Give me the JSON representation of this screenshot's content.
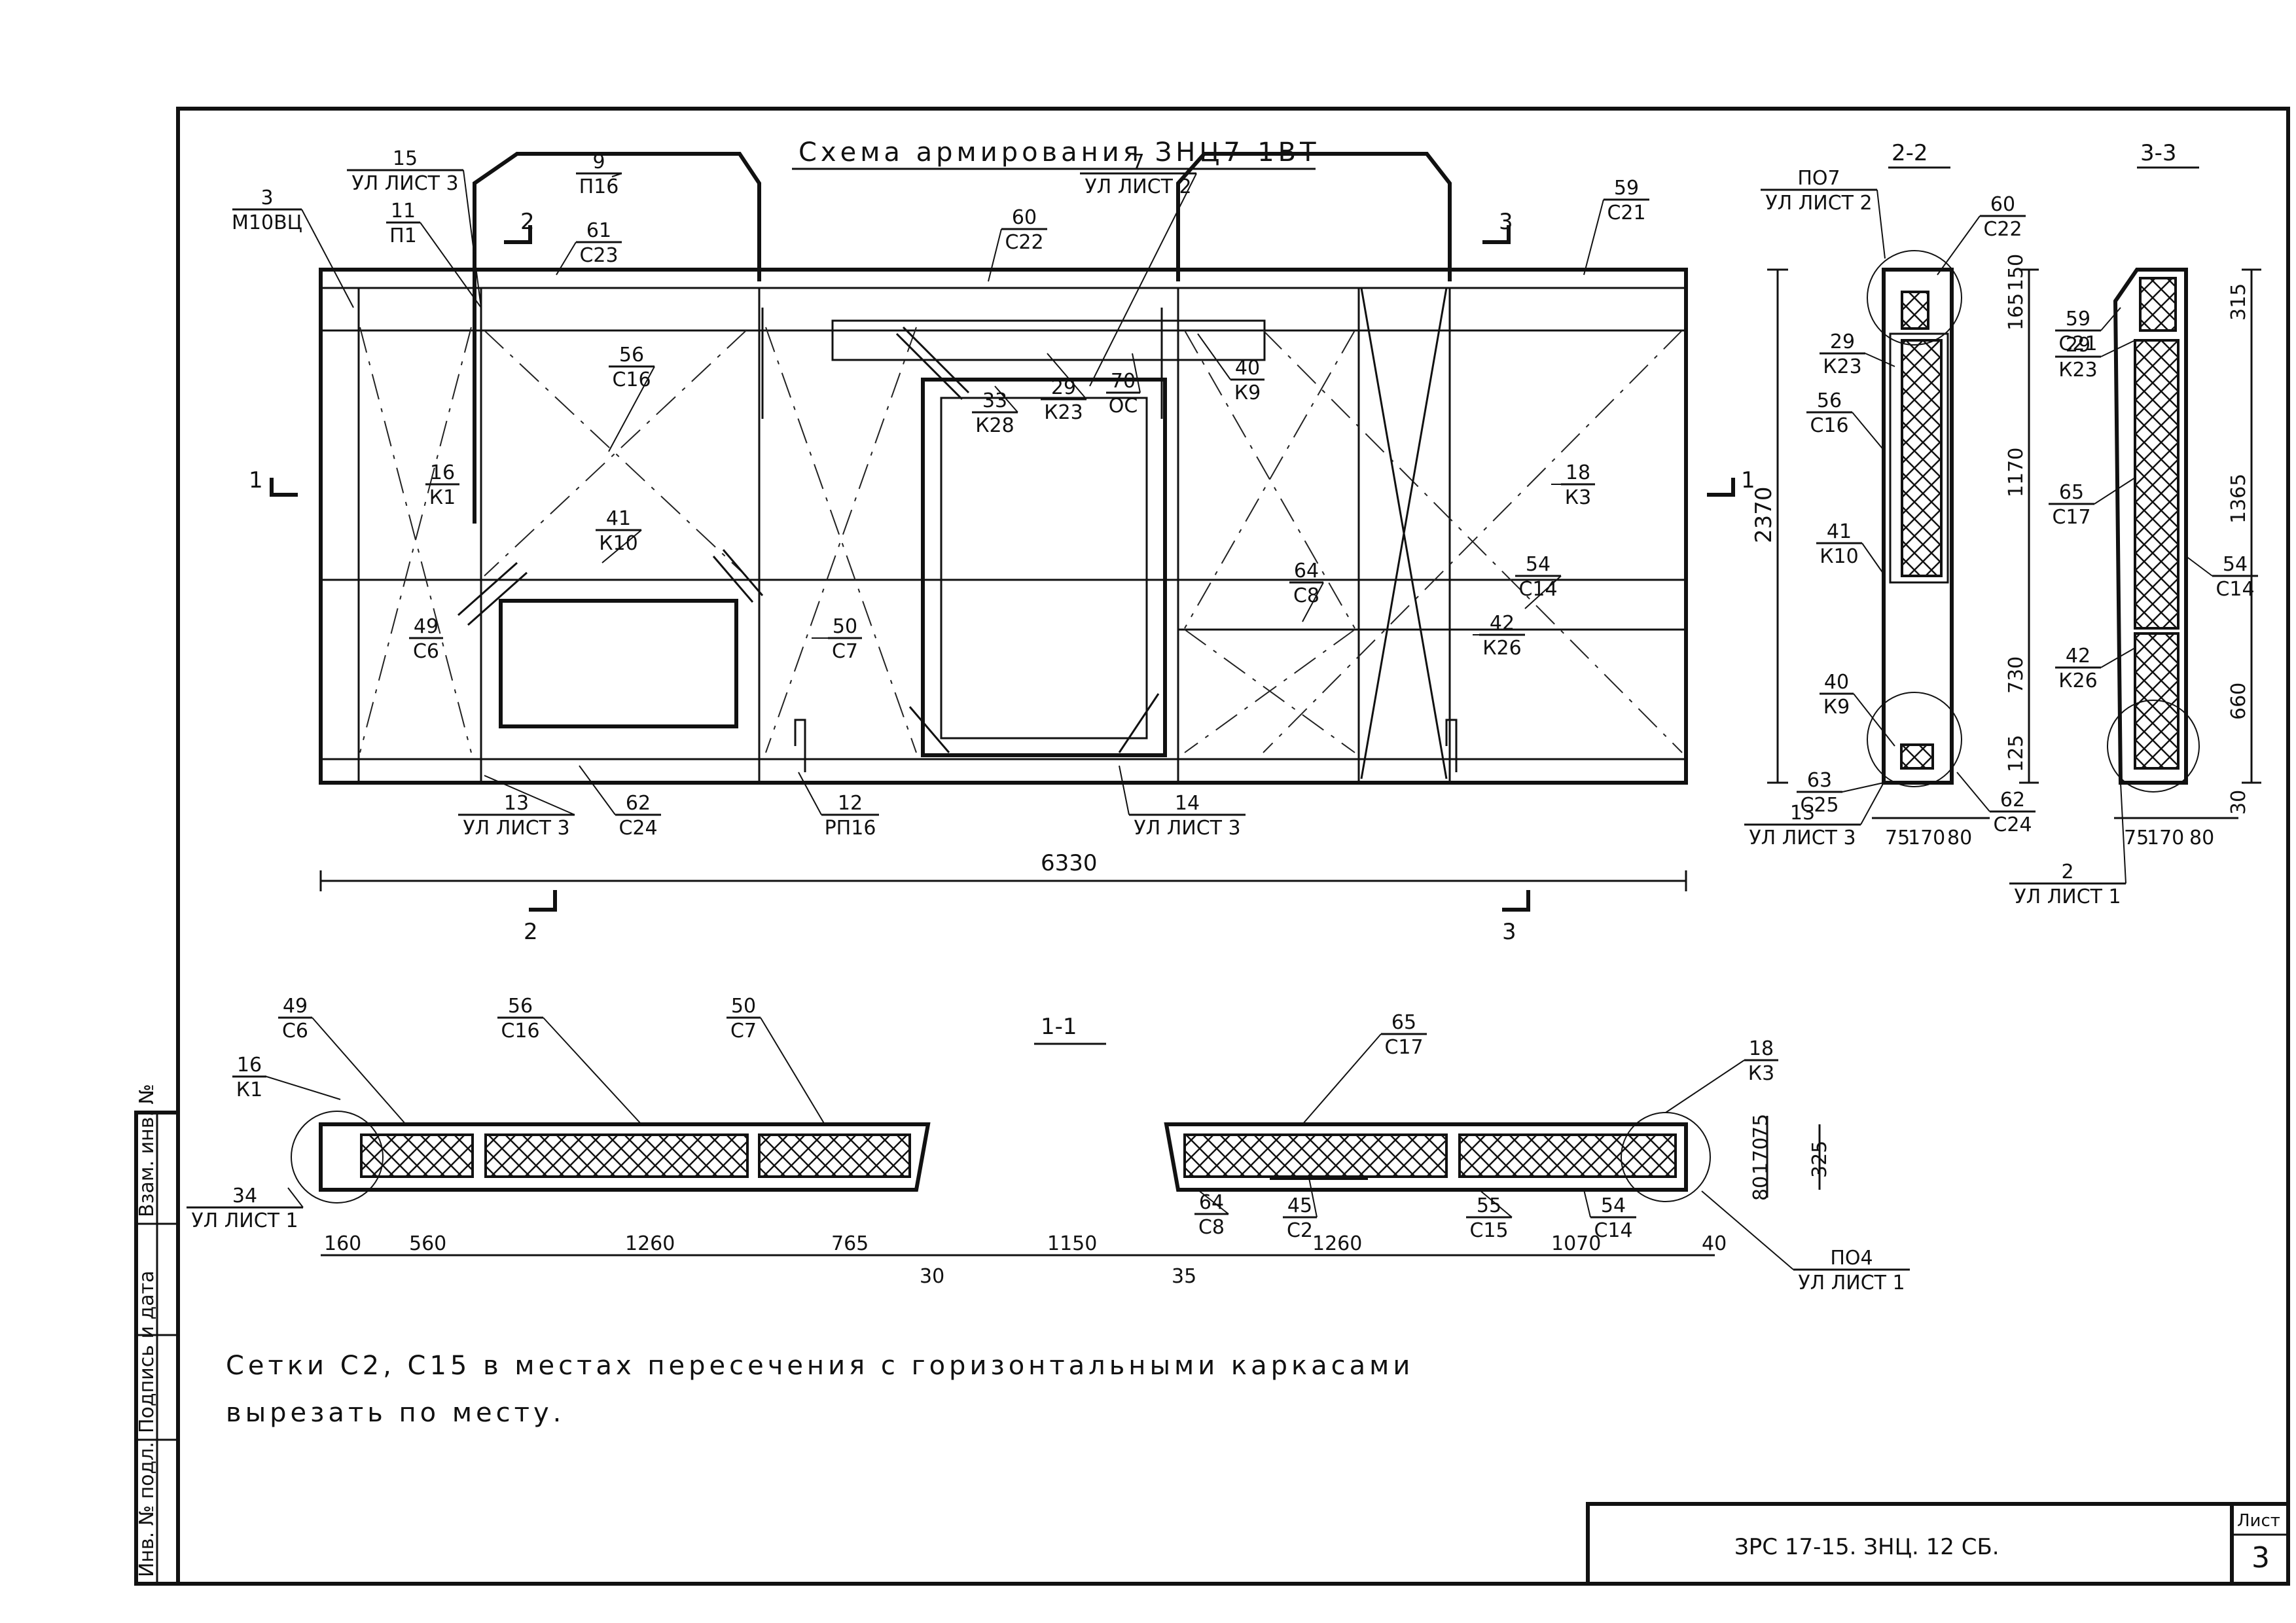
{
  "title": "Схема армирования ЗНЦ7-1ВТ",
  "section_titles": {
    "s22": "2-2",
    "s33": "3-3",
    "s11": "1-1"
  },
  "section_markers": {
    "m1": "1",
    "m2": "2",
    "m3": "3"
  },
  "elevation_callouts": [
    {
      "num": "15",
      "ref": "УЛ ЛИСТ 3"
    },
    {
      "num": "3",
      "ref": "М10ВЦ"
    },
    {
      "num": "9",
      "ref": "П16"
    },
    {
      "num": "61",
      "ref": "С23"
    },
    {
      "num": "11",
      "ref": "П1"
    },
    {
      "num": "7",
      "ref": "УЛ ЛИСТ 2"
    },
    {
      "num": "60",
      "ref": "С22"
    },
    {
      "num": "59",
      "ref": "С21"
    },
    {
      "num": "56",
      "ref": "С16"
    },
    {
      "num": "33",
      "ref": "К28"
    },
    {
      "num": "29",
      "ref": "К23"
    },
    {
      "num": "70",
      "ref": "ОС"
    },
    {
      "num": "40",
      "ref": "К9"
    },
    {
      "num": "16",
      "ref": "К1"
    },
    {
      "num": "18",
      "ref": "К3"
    },
    {
      "num": "41",
      "ref": "К10"
    },
    {
      "num": "64",
      "ref": "С8"
    },
    {
      "num": "54",
      "ref": "С14"
    },
    {
      "num": "49",
      "ref": "С6"
    },
    {
      "num": "50",
      "ref": "С7"
    },
    {
      "num": "42",
      "ref": "К26"
    },
    {
      "num": "13",
      "ref": "УЛ ЛИСТ 3"
    },
    {
      "num": "62",
      "ref": "С24"
    },
    {
      "num": "12",
      "ref": "РП16"
    },
    {
      "num": "14",
      "ref": "УЛ ЛИСТ 3"
    }
  ],
  "dimensions": {
    "overall_length": "6330",
    "overall_height": "2370",
    "s22": [
      "165",
      "150",
      "1170",
      "730",
      "125",
      "75",
      "170",
      "80"
    ],
    "s33": [
      "315",
      "1365",
      "660",
      "30",
      "75",
      "170",
      "80"
    ],
    "s11": [
      "160",
      "560",
      "1260",
      "765",
      "30",
      "1150",
      "35",
      "1260",
      "1070",
      "40",
      "325",
      "75",
      "170",
      "80"
    ]
  },
  "section_22_callouts": [
    {
      "num": "ПО7",
      "ref": "УЛ ЛИСТ 2"
    },
    {
      "num": "60",
      "ref": "С22"
    },
    {
      "num": "29",
      "ref": "К23"
    },
    {
      "num": "56",
      "ref": "С16"
    },
    {
      "num": "41",
      "ref": "К10"
    },
    {
      "num": "40",
      "ref": "К9"
    },
    {
      "num": "63",
      "ref": "С25"
    },
    {
      "num": "13",
      "ref": "УЛ ЛИСТ 3"
    },
    {
      "num": "62",
      "ref": "С24"
    }
  ],
  "section_33_callouts": [
    {
      "num": "59",
      "ref": "С21"
    },
    {
      "num": "29",
      "ref": "К23"
    },
    {
      "num": "65",
      "ref": "С17"
    },
    {
      "num": "54",
      "ref": "С14"
    },
    {
      "num": "42",
      "ref": "К26"
    },
    {
      "num": "2",
      "ref": "УЛ ЛИСТ 1"
    }
  ],
  "section_11_callouts": [
    {
      "num": "49",
      "ref": "С6"
    },
    {
      "num": "56",
      "ref": "С16"
    },
    {
      "num": "50",
      "ref": "С7"
    },
    {
      "num": "16",
      "ref": "К1"
    },
    {
      "num": "65",
      "ref": "С17"
    },
    {
      "num": "18",
      "ref": "К3"
    },
    {
      "num": "34",
      "ref": "УЛ ЛИСТ 1"
    },
    {
      "num": "64",
      "ref": "С8"
    },
    {
      "num": "45",
      "ref": "С2"
    },
    {
      "num": "55",
      "ref": "С15"
    },
    {
      "num": "54",
      "ref": "С14"
    },
    {
      "num": "ПО4",
      "ref": "УЛ ЛИСТ 1"
    }
  ],
  "note_line1": "Сетки С2, С15 в местах пересечения с горизонтальными каркасами",
  "note_line2": "вырезать по месту.",
  "stamp_labels": [
    "Инв. № подл.",
    "Подпись и дата",
    "Взам. инв. №"
  ],
  "doc_code": "ЗРС 17-15. ЗНЦ. 12 СБ.",
  "sheet_label": "Лист",
  "sheet_number": "3"
}
